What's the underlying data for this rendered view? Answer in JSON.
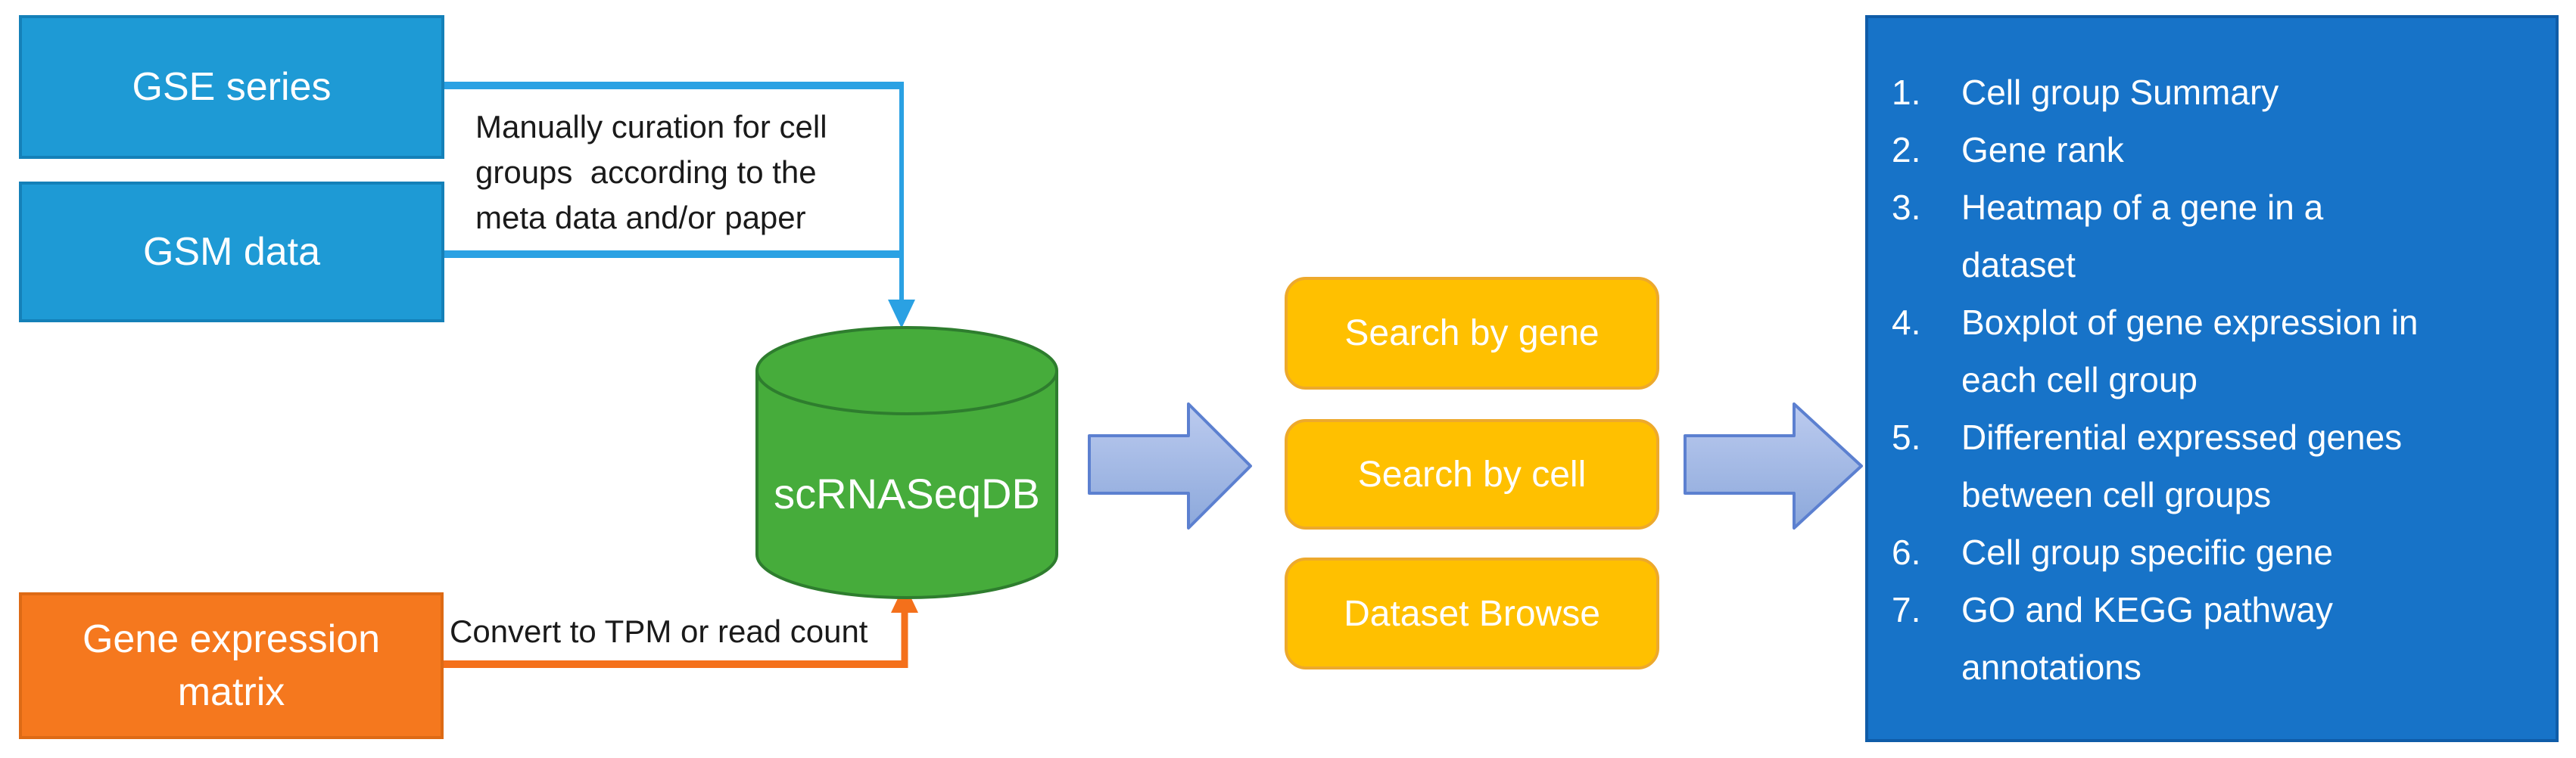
{
  "sources": {
    "gse_label": "GSE series",
    "gsm_label": "GSM data",
    "matrix_label": "Gene expression\nmatrix"
  },
  "annotations": {
    "curation": "Manually curation for cell\ngroups  according to the\nmeta data and/or paper",
    "convert": "Convert to TPM or read count"
  },
  "database": {
    "label": "scRNASeqDB"
  },
  "actions": {
    "search_gene": "Search by gene",
    "search_cell": "Search by cell",
    "dataset_browse": "Dataset Browse"
  },
  "outputs": {
    "items": [
      {
        "num": "1.",
        "text": "Cell group Summary"
      },
      {
        "num": "2.",
        "text": "Gene rank"
      },
      {
        "num": "3.",
        "text": "Heatmap of a gene in a\ndataset"
      },
      {
        "num": "4.",
        "text": "Boxplot of gene expression in\neach cell group"
      },
      {
        "num": "5.",
        "text": "Differential expressed genes\nbetween cell groups"
      },
      {
        "num": "6.",
        "text": "Cell group specific gene"
      },
      {
        "num": "7.",
        "text": "GO and KEGG pathway\nannotations"
      }
    ]
  },
  "icons": {
    "database_icon": "green-cylinder-database",
    "flow_arrow_icon": "light-blue-block-arrow-right",
    "curation_arrow_icon": "blue-elbow-connector-arrow-down",
    "convert_arrow_icon": "orange-elbow-connector-arrow-up"
  },
  "colors": {
    "source_box_fill": "#1E9AD5",
    "source_box_border": "#1480B8",
    "matrix_box_fill": "#F5781E",
    "matrix_box_border": "#DD6A15",
    "database_fill": "#46AC3B",
    "database_border": "#2E7D2E",
    "action_fill": "#FFC000",
    "action_border": "#EDA92C",
    "flow_arrow_fill": "#9DB4E4",
    "flow_arrow_border": "#5C80D0",
    "panel_fill": "#1773C8",
    "panel_border": "#0F5CA8",
    "curation_line": "#2AA1E3",
    "convert_line": "#F4701B",
    "text_on_color": "#FFFFFF",
    "annotation_text": "#1A1A1A"
  }
}
